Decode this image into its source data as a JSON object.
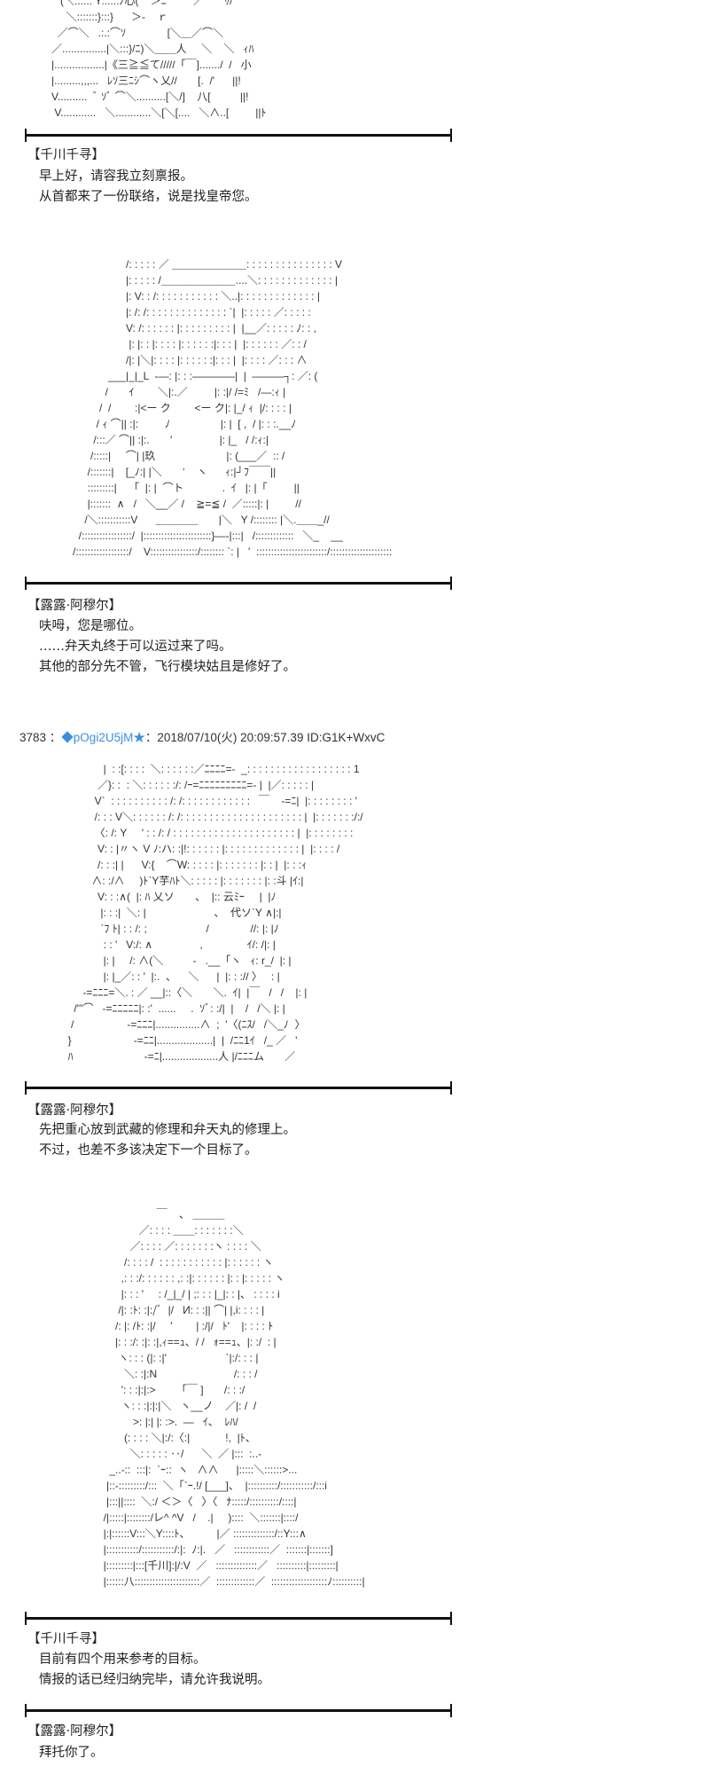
{
  "art": {
    "art1": [
      "   (＼:::::: Y::::::ﾉ心(    ＞ﾆ         ／       ﾘ/",
      "     ＼:::::::}:::}      ＞‐    ｒ",
      "  ／⌒＼   .:.:⌒ｿ              [＼＿／⌒＼",
      "／...............|＼:::}/ﾆ)＼＿＿人     ＼    ＼   ｨﾊ",
      "|.................|《三≧≦て/////「￣]......./  /   小",
      "|.........,,,...   ﾚｿ三ﾆｼ⌒ヽ乂//       [.  /'      ||!",
      "V..........  ﾞ ｿﾞ ⌒＼..........[＼/]    八[          ||!",
      " V............   ＼............＼[＼[....   ＼∧..[         ||ﾄ"
    ],
    "art2": [
      "                        /: : : : : ／ ＿＿＿＿＿＿＿: : : : : : : : : : : : : : : V",
      "                        |: : : : : /＿＿＿＿＿＿＿....＼: : : : : : : : : : : : : |",
      "                        |: V: : /: : : : : : : : : : : ＼..|: : : : : : : : : : : : : |",
      "                        |: /: /: : : : : : : : : : : : : : `|  |: : : : : ／: : : : :",
      "                        V: /: : : : : : |: : : : : : : : : |  |__／: : : : : ﾉ: : ,",
      "                         |: |: : |: : : : |: : : : : :|: : : |  |: : : : : : ／: : /",
      "                        /|: |＼|: : : : |: : : : : :|: : : |  |: : : : ／: : : ∧",
      "                  ___|_|_L  ‐―: |: : :――――|  |  ―――┐: ／: (",
      "                 /       ｲ        ＼|:.／         |: :|/ /=ﾐ   /―:ｨ |",
      "               /  /        :|<ー ク        <ー ク|: |_/ ｨ  |/: : : : |",
      "              / ｨ ⌒|| :|:         ﾉ                 |: |  [ ,  / |: : :.__ﾉ",
      "             /:::／ ⌒|| :|:.       ′                |: |_   / /:ｨ:|",
      "            /:::::|     ⌒| |玖                        |: (___／  :: /",
      "           /:::::::|    [_ﾉ:| |＼       ‘    ヽ      ｨ:|┘ﾌ￣￣||",
      "           :::::::::|    「  |: |  ⌒ト             .  ｲ   |: |「         ||",
      "           |:::::::  ∧   /   ＼__／ /    ≧=≦ /  ／:::::|: |         //",
      "          /＼:::::::::::V      ＿＿＿＿       |＼   Y /:::::::: |＼.＿＿_//",
      "        /:::::::::::::::::/  |:::::::::::::::::::::::}―‐|:::|   /:::::::::::::   ＼_    __",
      "      /::::::::::::::::::/    V::::::::::::::::/:::::::: `: |   '  ::::::::::::::::::::::::/:::::::::::::::::::::"
    ],
    "art3": [
      "                 |  : :[: : : :  ＼: : : : : :／ﾆﾆﾆﾆ=-  _: : : : : : : : : : : : : : : : : : 1",
      "               ／}: :  : ＼: : : : : :/: /ｰ=ﾆﾆﾆﾆﾆﾆﾆﾆﾆ=- |  |／: : : : : |",
      "              V`  : : : : : : : : : : /: /: : : : : : : : : : : :   ￣    -=ﾆ|  |: : : : : : : : '",
      "              /: : : V＼: : : : : : /: /: : : : : : : : : : : : : : : : : : : : : |  |: : : : : : :/:/",
      "              〈: /: Y     ' : : /: / : : : : : : : : : : : : : : : : : : : : : |  |: : : : : : : :",
      "               V: : |〃ヽ V ﾉ:ハ: :|!: : : : : : |: : : : : : : : : : : : : |  |: : : : /",
      "               /: : :| |      V:{    ⌒W: : : : : |: : : : : : : |: : |  |: : :ｨ",
      "             ∧: :/∧     )ﾄ`Y芋ﾊﾄ＼: : : : : |: : : : : : : |: :斗 |ｲ:|",
      "               V: : :∧(  |: ﾊ 乂ソ       、  |:: 云ﾐｰ     |  |ﾉ",
      "                |: : :|  ＼: |                       、  代ソ`Y ∧|:|",
      "                `ﾌ ﾄ| : : /: ;                    /              //: |: |ﾉ",
      "                 : : '   V:/: ∧                ,               ｲ/: /|: |",
      "                 |: |     /: ∧(＼          -   .__「ヽ   ｨ: r_/  |: |",
      "                 |: |_／: : '  |:.  、    ＼      |  |: : :// 〉   : |",
      "          -=ﾆﾆﾆ=＼. : ／ __|::〈＼       ＼.  ｲ|  |￣   /   /    |: |",
      "       /'''⌒   -=ﾆﾆﾆﾆﾆ|: :'  ......     .  ｿﾞ: :/|  |    /   /＼ |: |",
      "      /                  -=ﾆﾆﾆ|...............∧  ;  '〈(ﾆｽ/   /＼_ﾉ  〉",
      "     }                     -=ﾆﾆ|...................|  |  /ﾆﾆ1ｲ   /_ ／   '",
      "     ﾊ                        -=ﾆ|...................人 |/ﾆﾆﾆム       ／"
    ],
    "art4": [
      "                                   ￣    、 ＿＿＿",
      "                             ／: : : : ＿＿: : : : : : :＼",
      "                          ／: : : : ／: : : : : : :ヽ : : : : ＼",
      "                        /: : : : /  : : : : : : : : : : : |: : : : : : ヽ",
      "                       ,: : :/: : : : : : ,: :|: : : : : : |: : |: : : : : ヽ",
      "                       |: : : '     : /_|_/ | ;: : : |_|: : |、 : : : : i",
      "                      /|: :ﾄ: :|:/ﾞ  |/   И: : :|| ⌒| |,i: : : : |",
      "                     /: |: /ﾄ: :|/     '        | :/|/   ﾄ'    |: : : : ﾄ",
      "                     |: : :/: :|: :|,ｨ==ｭ、/ /   ｫ==ｭ、|: :/  : |",
      "                      ヽ: : : (|: :|'                    `|:/: : : |",
      "                        ＼: :|:N                          /: : : /",
      "                       ': : :|:|:>       「￣ ]       /: : :/",
      "                       ヽ: : :|:|:|＼   ヽ__ノ    ／|: /  /",
      "                           >: |:| |: :>.  ―   ｲ、  ﾚﾊ/",
      "                        (: : : : ＼|:/:〈:|            !,  |ﾄ、",
      "                          ＼: : : : : ‥/      ＼  ／ |:::  :..‐",
      "                   _..-::  :::|:  `ｰ::  ヽ   ∧∧      |:::::＼::::::>...",
      "                  |::-:::::::::/:::  ＼「`ｰ.!/ [___]、  |::::::::::/:::::::::::/:::i",
      "                  |:::||::::  ＼:/ ＜＞〈   〉〈   ﾅ:::::/::::::::::/::::|",
      "                 /|:::::|::::::::/レ^ ^V   /    .|     )::::  ＼:::::::|::::/",
      "                 |:|::::::V:::＼Y::::ﾄ、         |／ ::::::::::::::/::Y:::∧",
      "                 |:::::::::::/:::::::::::/:|:  ﾉ:|.   ／   ::::::::::::／  :::::::|:::::::]",
      "                 |:::::::::|:::[千川]:|/:V  ／   ::::::::::::::／   ::::::::::|:::::::::|",
      "                 |::::::八::::::::::::::::::::::／  :::::::::::::／  :::::::::::::::::::ﾉ::::::::::|"
    ]
  },
  "dialogues": [
    {
      "speaker": "【千川千寻】",
      "lines": [
        "早上好，请容我立刻禀报。",
        "从首都来了一份联络，说是找皇帝您。"
      ]
    },
    {
      "speaker": "【露露·阿穆尔】",
      "lines": [
        "呋呣，您是哪位。",
        "……弁天丸终于可以运过来了吗。",
        "其他的部分先不管，飞行模块姑且是修好了。"
      ]
    },
    {
      "speaker": "【露露·阿穆尔】",
      "lines": [
        "先把重心放到武藏的修理和弁天丸的修理上。",
        "不过，也差不多该决定下一个目标了。"
      ]
    },
    {
      "speaker": "【千川千寻】",
      "lines": [
        "目前有四个用来参考的目标。",
        "情报的话已经归纳完毕，请允许我说明。"
      ]
    },
    {
      "speaker": "【露露·阿穆尔】",
      "lines": [
        "拜托你了。"
      ]
    }
  ],
  "post": {
    "number": "3783 ：",
    "trip": "◆pOgi2U5jM",
    "star": "★",
    "meta": "：2018/07/10(火) 20:09:57.39 ID:G1K+WxvC",
    "trip_color": "#3a8fe0"
  }
}
